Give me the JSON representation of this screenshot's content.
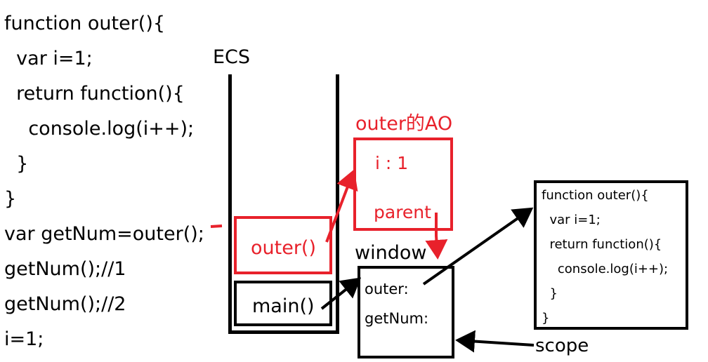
{
  "code": {
    "lines": [
      "function outer(){",
      "  var i=1;",
      "  return function(){",
      "    console.log(i++);",
      "  }",
      "}",
      "var getNum=outer();",
      "getNum();//1",
      "getNum();//2",
      "i=1;"
    ]
  },
  "ecs": {
    "title": "ECS",
    "frames": [
      "outer()",
      "main()"
    ]
  },
  "ao": {
    "title": "outer的AO",
    "i_label": "i : 1",
    "parent_label": "parent"
  },
  "window": {
    "title": "window",
    "props": [
      "outer:",
      "getNum:"
    ]
  },
  "function_box": {
    "lines": [
      "function outer(){",
      "  var i=1;",
      "  return function(){",
      "    console.log(i++);",
      "  }",
      "}"
    ]
  },
  "scope_label": "scope",
  "colors": {
    "red": "#e8212b",
    "black": "#000000"
  }
}
